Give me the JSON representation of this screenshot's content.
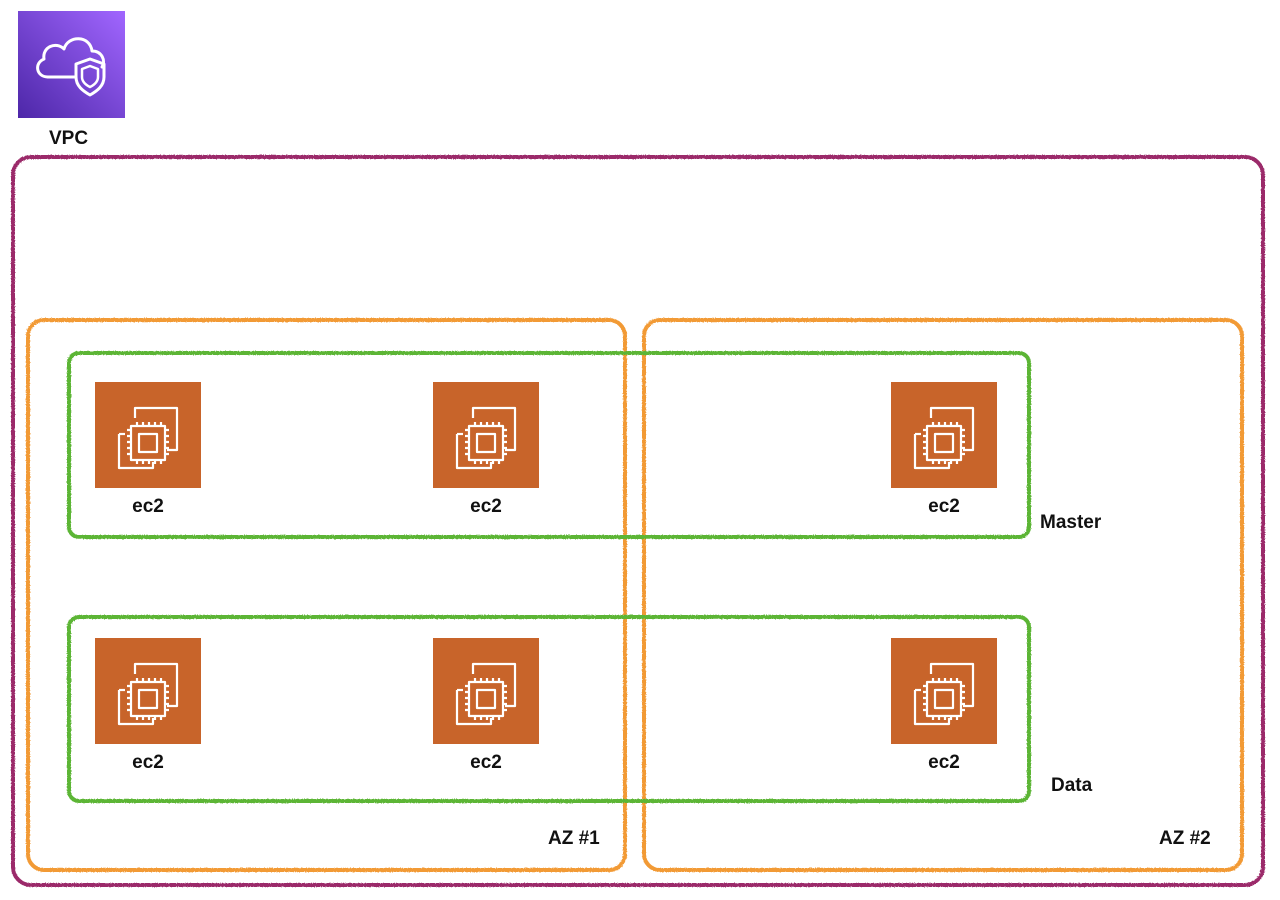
{
  "vpc": {
    "icon": "vpc-cloud-shield-icon",
    "label": "VPC",
    "icon_color": "#7A4FD8"
  },
  "zones": [
    {
      "label": "AZ #1"
    },
    {
      "label": "AZ #2"
    }
  ],
  "groups": {
    "master": {
      "label": "Master"
    },
    "data": {
      "label": "Data"
    }
  },
  "instances": {
    "master": [
      {
        "label": "ec2",
        "icon": "ec2-instance-icon"
      },
      {
        "label": "ec2",
        "icon": "ec2-instance-icon"
      },
      {
        "label": "ec2",
        "icon": "ec2-instance-icon"
      }
    ],
    "data": [
      {
        "label": "ec2",
        "icon": "ec2-instance-icon"
      },
      {
        "label": "ec2",
        "icon": "ec2-instance-icon"
      },
      {
        "label": "ec2",
        "icon": "ec2-instance-icon"
      }
    ]
  },
  "colors": {
    "vpc_border": "#9B2B6A",
    "az_border": "#F29A34",
    "group_border": "#5BB535",
    "ec2_fill": "#C8642A"
  }
}
